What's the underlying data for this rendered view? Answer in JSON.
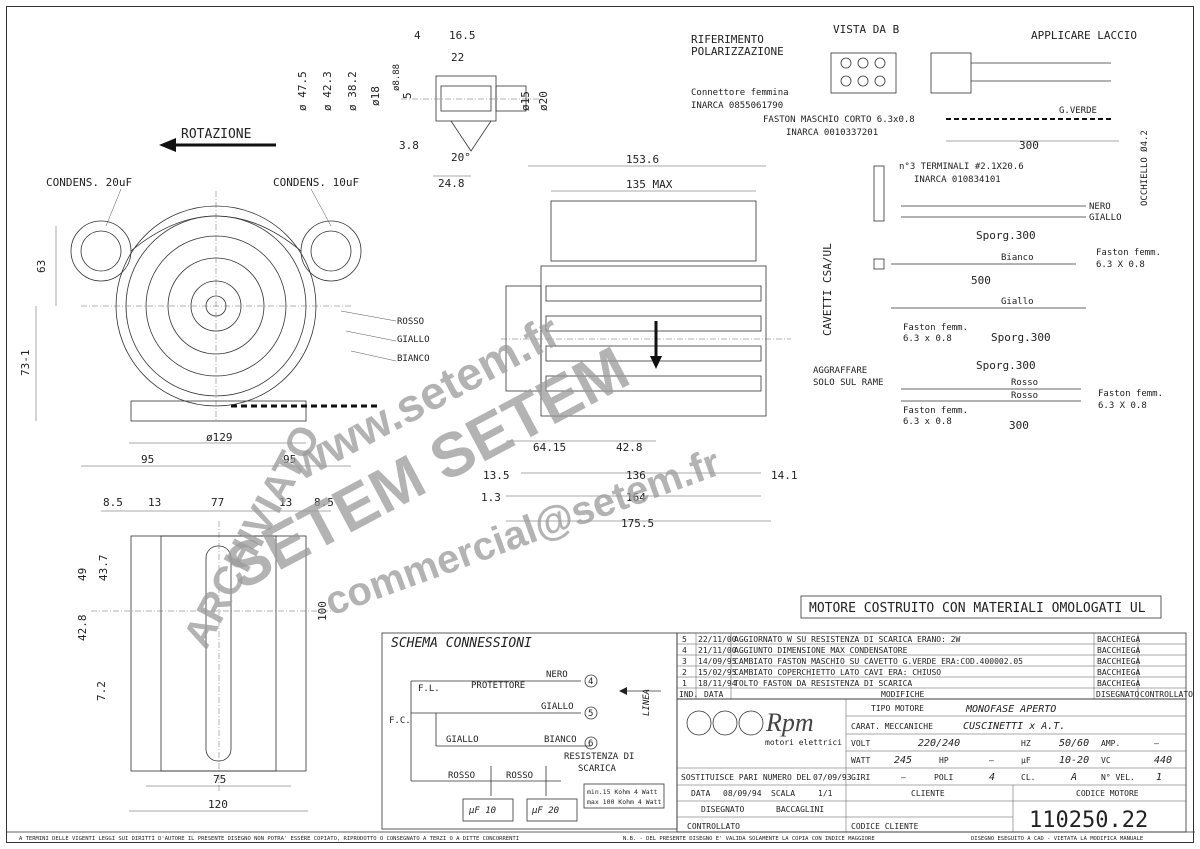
{
  "header": {
    "rotazione": "ROTAZIONE",
    "condens_left": "CONDENS. 20uF",
    "condens_right": "CONDENS. 10uF",
    "vista": "VISTA DA B",
    "riferimento": "RIFERIMENTO",
    "polarizzazione": "POLARIZZAZIONE",
    "applicare": "APPLICARE LACCIO",
    "connettore": "Connettore femmina",
    "inarca1": "INARCA 0855061790",
    "faston_maschio": "FASTON MASCHIO CORTO 6.3x0.8",
    "inarca2": "INARCA 0010337201",
    "gverde": "G.VERDE",
    "terminali": "n°3 TERMINALI #2.1X20.6",
    "inarca3": "INARCA 010834101",
    "occhiello": "OCCHIELLO Ø4.2",
    "nero": "NERO",
    "giallo": "GIALLO",
    "sporg300": "Sporg.300",
    "bianco": "Bianco",
    "v500": "500",
    "faston_femm": "Faston femm.",
    "faston_size": "6.3 X 0.8",
    "giallo2": "Giallo",
    "faston_femm2": "Faston femm.",
    "faston_size2": "6.3 x 0.8",
    "rosso": "Rosso",
    "rosso2": "Rosso",
    "v300": "300",
    "aggraffare1": "AGGRAFFARE",
    "aggraffare2": "SOLO SUL RAME",
    "cavetti": "CAVETTI CSA/UL",
    "wire_rosso": "ROSSO",
    "wire_giallo": "GIALLO",
    "wire_bianco": "BIANCO"
  },
  "dims": {
    "d16_5": "16.5",
    "d4": "4",
    "d22": "22",
    "d47_5": "ø 47.5",
    "d42_3": "ø 42.3",
    "d38_2": "ø 38.2",
    "d18": "ø18",
    "d8_88": "ø8.88",
    "d5": "5",
    "d15": "ø15",
    "d20": "ø20",
    "d3_8": "3.8",
    "d20deg": "20°",
    "d24_8": "24.8",
    "d153_6": "153.6",
    "d135max": "135 MAX",
    "d63": "63",
    "d73_1": "73-1",
    "d129": "ø129",
    "d95a": "95",
    "d95b": "95",
    "d64_15": "64.15",
    "d42_8": "42.8",
    "d13_5": "13.5",
    "d1_3": "1.3",
    "d136": "136",
    "d164": "164",
    "d175_5": "175.5",
    "d14_1": "14.1",
    "d8_5a": "8.5",
    "d13a": "13",
    "d77": "77",
    "d13b": "13",
    "d8_5b": "8.5",
    "d49": "49",
    "d43_7": "43.7",
    "d42_8b": "42.8",
    "d7_2": "7.2",
    "d100": "100",
    "d75": "75",
    "d120": "120",
    "d300": "300",
    "d300b": "300"
  },
  "note": "MOTORE COSTRUITO CON MATERIALI OMOLOGATI UL",
  "schema": {
    "title": "SCHEMA CONNESSIONI",
    "nero": "NERO",
    "giallo": "GIALLO",
    "bianco": "BIANCO",
    "giallo2": "GIALLO",
    "rosso1": "ROSSO",
    "rosso2": "ROSSO",
    "protettore": "PROTETTORE",
    "linea": "LINEA",
    "resistenza": "RESISTENZA DI",
    "scarica": "SCARICA",
    "fl": "F.L.",
    "fc": "F.C.",
    "n4": "4",
    "n5": "5",
    "n6": "6",
    "uf10": "μF 10",
    "uf20": "μF 20",
    "res1": "min.15 Kohm 4 Watt",
    "res2": "max 100 Kohm 4 Watt"
  },
  "revisions": [
    {
      "n": "5",
      "date": "22/11/00",
      "text": "AGGIORNATO W SU RESISTENZA DI SCARICA ERANO: 2W",
      "by": "BACCHIEGA"
    },
    {
      "n": "4",
      "date": "21/11/00",
      "text": "AGGIUNTO DIMENSIONE MAX CONDENSATORE",
      "by": "BACCHIEGA"
    },
    {
      "n": "3",
      "date": "14/09/95",
      "text": "CAMBIATO FASTON MASCHIO SU CAVETTO G.VERDE ERA:COD.400002.05",
      "by": "BACCHIEGA"
    },
    {
      "n": "2",
      "date": "15/02/95",
      "text": "CAMBIATO COPERCHIETTO LATO CAVI ERA: CHIUSO",
      "by": "BACCHIEGA"
    },
    {
      "n": "1",
      "date": "18/11/94",
      "text": "TOLTO FASTON DA RESISTENZA DI SCARICA",
      "by": "BACCHIEGA"
    }
  ],
  "rev_header": {
    "ind": "IND.",
    "data": "DATA",
    "modifiche": "MODIFICHE",
    "disegnato": "DISEGNATO",
    "controllato": "CONTROLLATO"
  },
  "titleblock": {
    "brand": "Rpm",
    "brand_sub": "motori elettrici",
    "tipo_label": "TIPO MOTORE",
    "tipo_val": "MONOFASE APERTO",
    "carat_label": "CARAT. MECCANICHE",
    "carat_val": "CUSCINETTI x A.T.",
    "volt_label": "VOLT",
    "volt_val": "220/240",
    "hz_label": "HZ",
    "hz_val": "50/60",
    "amp_label": "AMP.",
    "amp_val": "—",
    "watt_label": "WATT",
    "watt_val": "245",
    "hp_label": "HP",
    "hp_val": "—",
    "uf_label": "μF",
    "uf_val": "10-20",
    "vc_label": "VC",
    "vc_val": "440",
    "giri_label": "GIRI",
    "giri_val": "—",
    "poli_label": "POLI",
    "poli_val": "4",
    "cl_label": "CL.",
    "cl_val": "A",
    "nvel_label": "N° VEL.",
    "nvel_val": "1",
    "sostituisce": "SOSTITUISCE PARI NUMERO DEL",
    "sostituisce_date": "07/09/93",
    "data_label": "DATA",
    "data_val": "08/09/94",
    "scala_label": "SCALA",
    "scala_val": "1/1",
    "cliente_label": "CLIENTE",
    "codice_motore_label": "CODICE MOTORE",
    "codice_motore": "110250.22",
    "disegnato_label": "DISEGNATO",
    "disegnato_val": "BACCAGLINI",
    "controllato_label": "CONTROLLATO",
    "codice_cliente_label": "CODICE CLIENTE"
  },
  "footer": {
    "left": "A TERMINI DELLE VIGENTI LEGGI SUI DIRITTI D'AUTORE IL PRESENTE DISEGNO NON POTRA' ESSERE COPIATO, RIPRODOTTO O CONSEGNATO A TERZI O A DITTE CONCORRENTI",
    "mid": "N.B. - DEL PRESENTE DISEGNO E' VALIDA SOLAMENTE LA COPIA CON INDICE MAGGIORE",
    "right": "DISEGNO ESEGUITO A CAD - VIETATA LA MODIFICA MANUALE"
  },
  "watermark": {
    "w1": "www.setem.fr",
    "w2": "SETEM SETEM",
    "w3": "commercial@setem.fr",
    "w4": "ARCHIVIATO"
  }
}
